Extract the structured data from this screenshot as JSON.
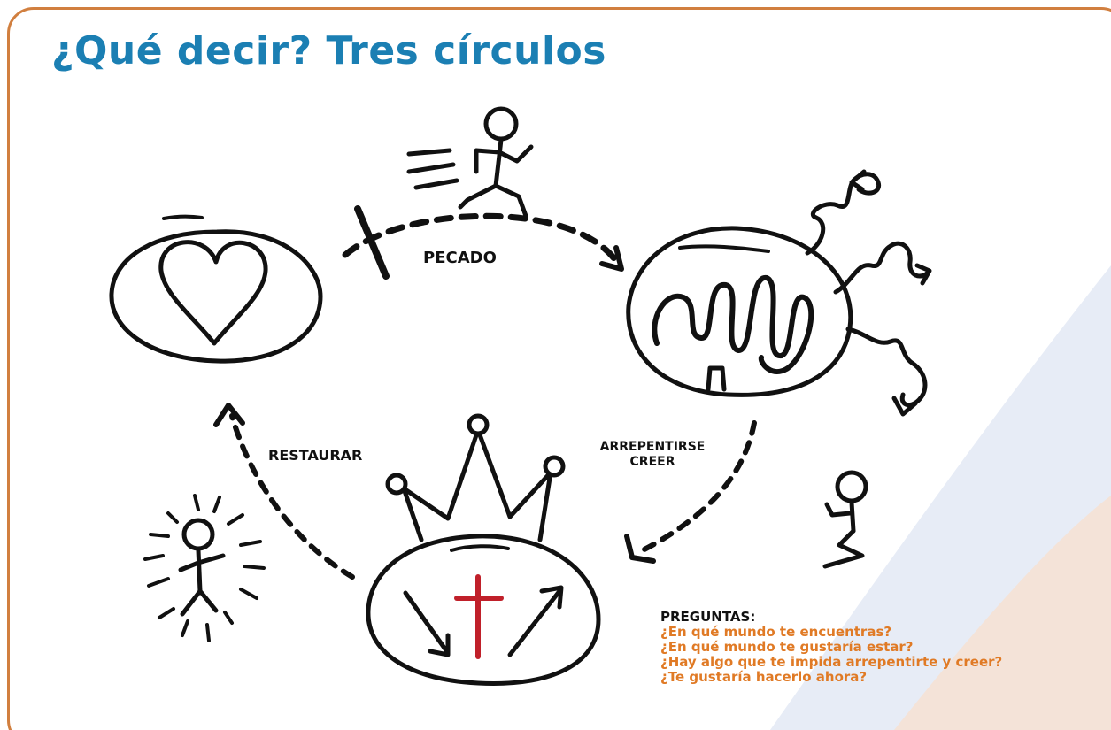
{
  "title": "¿Qué decir? Tres círculos",
  "labels": {
    "sin": "PECADO",
    "restore": "RESTAURAR",
    "repent": "ARREPENTIRSE",
    "believe": "CREER"
  },
  "questions": {
    "heading": "PREGUNTAS:",
    "items": [
      "¿En qué mundo te encuentras?",
      "¿En qué mundo te gustaría estar?",
      "¿Hay algo que te impida arrepentirte y creer?",
      "¿Te gustaría hacerlo ahora?"
    ]
  },
  "colors": {
    "title": "#1b7fb3",
    "border": "#d17f3f",
    "question_text": "#e07a25",
    "cross": "#c0202a",
    "ink": "#111111"
  }
}
